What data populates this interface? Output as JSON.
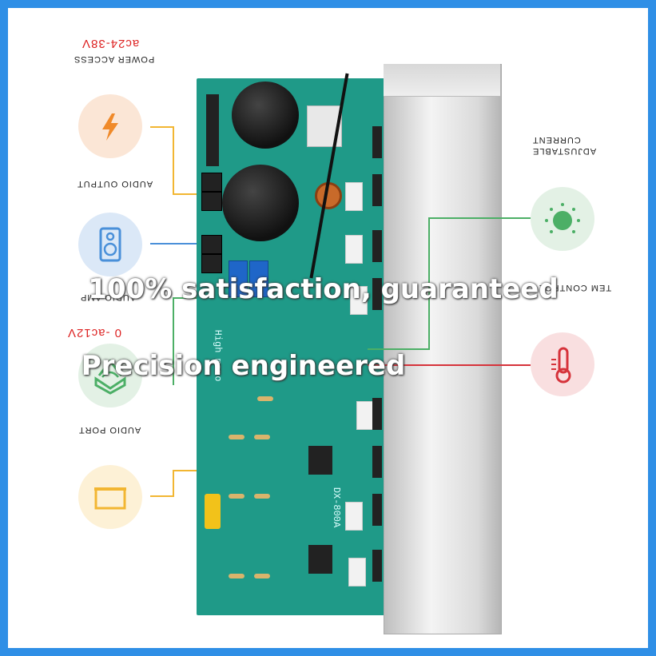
{
  "labels": {
    "power_access": "POWER ACCESS",
    "power_voltage": "ac24-38V",
    "audio_output": "AUDIO OUTPUT",
    "audio_port": "AUDIO PORT",
    "audio_voltage": "0 -ac12V",
    "adjustable_current": "ADJUSTABLE CURRENT",
    "temp_control": "TEM  CONTROL",
    "board_text_1": "High mono",
    "board_text_2": "DX-800A"
  },
  "overlay": {
    "line1": "100% satisfaction, guaranteed",
    "line2": "Precision engineered"
  },
  "colors": {
    "frame": "#2f8fe6",
    "pcb": "#1f9a88",
    "power_circle": "#fbe6d6",
    "power_icon": "#f08a2a",
    "audio_circle": "#dbe8f7",
    "audio_icon": "#4a90d9",
    "port_circle": "#e3f1e5",
    "port_icon": "#4caf66",
    "box_circle": "#fdf1d6",
    "box_icon": "#f2b632",
    "current_circle": "#e3f1e5",
    "current_icon": "#4caf66",
    "temp_circle": "#f9dfe0",
    "temp_icon": "#d6333b"
  },
  "icons": [
    "lightning-icon",
    "speaker-icon",
    "book-icon",
    "box-icon",
    "knob-icon",
    "thermometer-icon"
  ]
}
